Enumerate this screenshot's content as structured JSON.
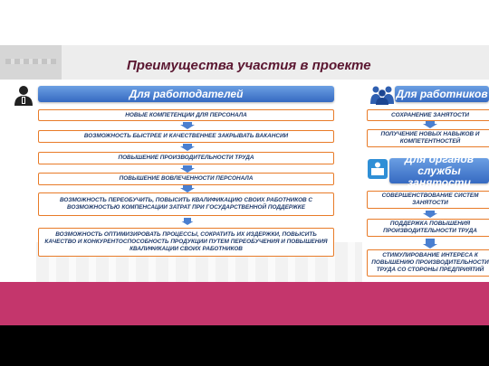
{
  "title": "Преимущества участия в проекте",
  "employers": {
    "header": "Для работодателей",
    "items": [
      "НОВЫЕ КОМПЕТЕНЦИИ ДЛЯ ПЕРСОНАЛА",
      "ВОЗМОЖНОСТЬ БЫСТРЕЕ И КАЧЕСТВЕННЕЕ ЗАКРЫВАТЬ ВАКАНСИИ",
      "ПОВЫШЕНИЕ ПРОИЗВОДИТЕЛЬНОСТИ ТРУДА",
      "ПОВЫШЕНИЕ ВОВЛЕЧЕННОСТИ ПЕРСОНАЛА",
      "ВОЗМОЖНОСТЬ ПЕРЕОБУЧИТЬ, ПОВЫСИТЬ КВАЛИФИКАЦИЮ СВОИХ РАБОТНИКОВ С ВОЗМОЖНОСТЬЮ КОМПЕНСАЦИИ ЗАТРАТ ПРИ ГОСУДАРСТВЕННОЙ ПОДДЕРЖКЕ",
      "ВОЗМОЖНОСТЬ ОПТИМИЗИРОВАТЬ ПРОЦЕССЫ, СОКРАТИТЬ ИХ ИЗДЕРЖКИ, ПОВЫСИТЬ КАЧЕСТВО И КОНКУРЕНТОСПОСОБНОСТЬ ПРОДУКЦИИ ПУТЕМ ПЕРЕОБУЧЕНИЯ И ПОВЫШЕНИЯ КВАЛИФИКАЦИИ СВОИХ РАБОТНИКОВ"
    ]
  },
  "workers": {
    "header": "Для работников",
    "items": [
      "СОХРАНЕНИЕ ЗАНЯТОСТИ",
      "ПОЛУЧЕНИЕ НОВЫХ НАВЫКОВ И КОМПЕТЕНТНОСТЕЙ"
    ]
  },
  "agencies": {
    "header": "Для органов службы занятости",
    "items": [
      "СОВЕРШЕНСТВОВАНИЕ СИСТЕМ ЗАНЯТОСТИ",
      "ПОДДЕРЖКА ПОВЫШЕНИЯ ПРОИЗВОДИТЕЛЬНОСТИ ТРУДА",
      "СТИМУЛИРОВАНИЕ ИНТЕРЕСА К ПОВЫШЕНИЮ ПРОИЗВОДИТЕЛЬНОСТИ ТРУДА СО СТОРОНЫ ПРЕДПРИЯТИЙ"
    ]
  },
  "colors": {
    "header_blue": "#3569c1",
    "box_border": "#e87b28",
    "box_text": "#1f3a6b",
    "title": "#5a1630",
    "footer": "#c4366c"
  },
  "icons": [
    "employer-person-icon",
    "workers-group-icon",
    "employment-agency-icon",
    "down-arrow-icon"
  ]
}
